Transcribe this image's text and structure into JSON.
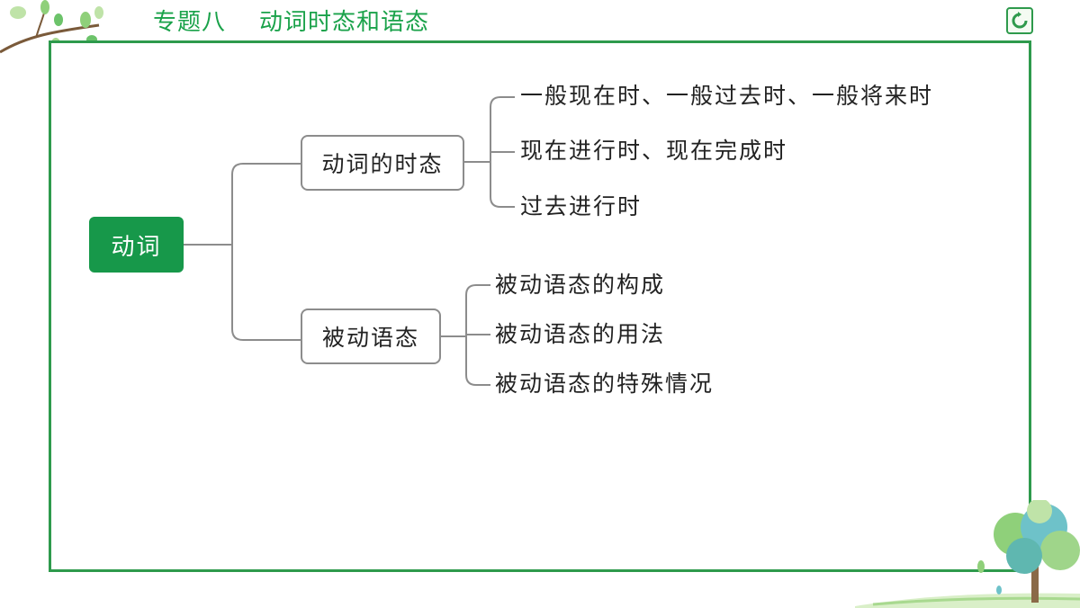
{
  "header": {
    "title": "专题八    动词时态和语态"
  },
  "colors": {
    "accent": "#17984a",
    "frame": "#2e9a4c",
    "line": "#8c8c8c"
  },
  "icons": {
    "back": "refresh-back-icon",
    "decor_left": "branch-leaves-icon",
    "decor_right": "tree-icon"
  },
  "diagram": {
    "root": "动词",
    "branches": [
      {
        "label": "动词的时态",
        "leaves": [
          "一般现在时、一般过去时、一般将来时",
          "现在进行时、现在完成时",
          "过去进行时"
        ]
      },
      {
        "label": "被动语态",
        "leaves": [
          "被动语态的构成",
          "被动语态的用法",
          "被动语态的特殊情况"
        ]
      }
    ]
  }
}
